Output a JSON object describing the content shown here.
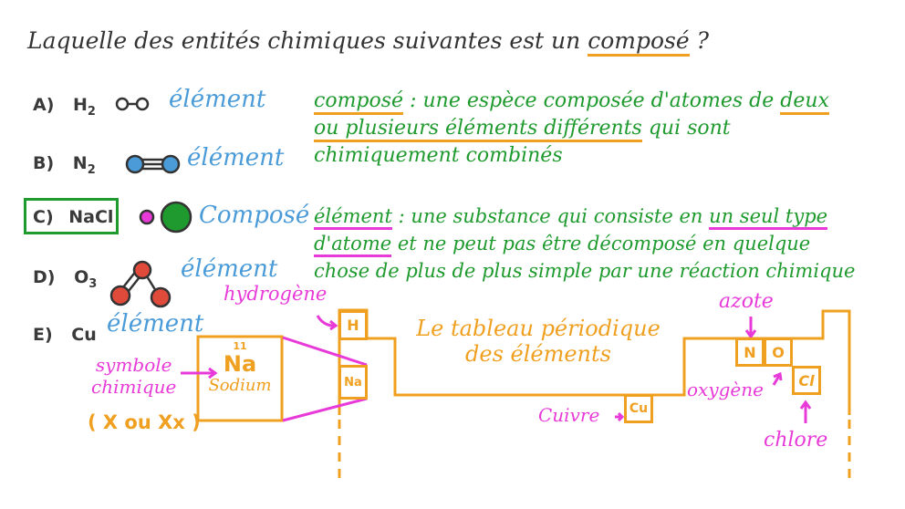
{
  "question": {
    "prefix": "Laquelle des entités chimiques suivantes est un ",
    "keyword": "composé",
    "suffix": " ?"
  },
  "options": [
    {
      "letter": "A)",
      "formula": "H",
      "subscript": "2",
      "molecule": "two-small-hollow-atoms-single-bond",
      "classification": "élément"
    },
    {
      "letter": "B)",
      "formula": "N",
      "subscript": "2",
      "molecule": "two-blue-atoms-triple-bond",
      "classification": "élément"
    },
    {
      "letter": "C)",
      "formula": "NaCl",
      "subscript": "",
      "molecule": "pink-small-atom-green-large-atom",
      "classification": "Composé",
      "highlighted": true
    },
    {
      "letter": "D)",
      "formula": "O",
      "subscript": "3",
      "molecule": "three-red-atoms-bent",
      "classification": "élément"
    },
    {
      "letter": "E)",
      "formula": "Cu",
      "subscript": "",
      "molecule": "",
      "classification": "élément"
    }
  ],
  "definitions": {
    "compose": {
      "term": "composé",
      "line1_rest": " : une espèce composée d'atomes de ",
      "line1_ul": "deux",
      "line2_ul": "ou plusieurs éléments différents",
      "line2_rest": " qui sont",
      "line3": "chimiquement combinés"
    },
    "element": {
      "term": "élément",
      "line1_rest": " : une substance qui consiste en ",
      "line1_ul": "un seul type",
      "line2_ul": "d'atome",
      "line2_rest": " et ne peut pas être décomposé en quelque",
      "line3": "chose de plus de plus simple par une réaction chimique"
    }
  },
  "periodic_table": {
    "title_line1": "Le tableau périodique",
    "title_line2": "des éléments",
    "zoom_cell": {
      "number": "11",
      "symbol": "Na",
      "name": "Sodium"
    },
    "cells": {
      "H": "H",
      "Na": "Na",
      "Cu": "Cu",
      "N": "N",
      "O": "O",
      "Cl": "Cl"
    },
    "annotations": {
      "symbol_line1": "symbole",
      "symbol_line2": "chimique",
      "symbol_format": "( X ou Xx )",
      "hydrogen": "hydrogène",
      "copper": "Cuivre",
      "nitrogen": "azote",
      "oxygen": "oxygène",
      "chlorine": "chlore"
    }
  },
  "colors": {
    "dark": "#333333",
    "blue": "#4a9bd8",
    "green": "#1f9a2e",
    "orange": "#f0a020",
    "pink": "#e83ad8",
    "red": "#e04a3a"
  }
}
